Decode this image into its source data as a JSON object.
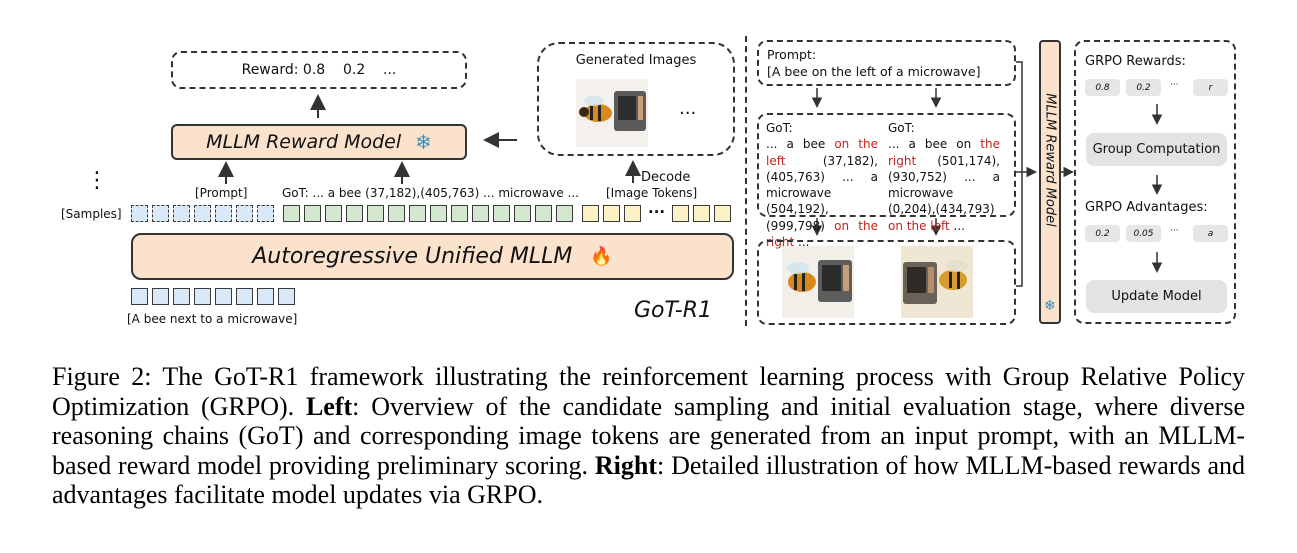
{
  "left": {
    "reward_box": "Reward: 0.8    0.2    ...",
    "reward_model_label": "MLLM Reward Model",
    "generated_images_title": "Generated Images",
    "ellipsis": "...",
    "decode_label": "Decode",
    "vertical_dots": "⋮",
    "samples_label": "[Samples]",
    "prompt_tag": "[Prompt]",
    "got_tag": "GoT: ... a bee (37,182),(405,763) ... microwave ...",
    "image_tokens_tag": "[Image Tokens]",
    "token_dots": "···",
    "mllm_label": "Autoregressive Unified MLLM",
    "input_prompt": "[A bee next to a microwave]",
    "brand": "GoT-R1"
  },
  "right": {
    "prompt_label": "Prompt:",
    "prompt_text": "[A bee on the left of a microwave]",
    "got1": {
      "title": "GoT:",
      "pre": "... a bee ",
      "red1": "on the left",
      "mid": " (37,182),(405,763) ... a microwave (504,192),(999,798) ",
      "red2": "on the right",
      "post": " ..."
    },
    "got2": {
      "title": "GoT:",
      "pre": "... a bee on ",
      "red1": "the right",
      "mid": " (501,174),(930,752) ... a microwave (0,204),(434,793) ",
      "red2": "on the left",
      "post": " ..."
    },
    "reward_model_vertical": "MLLM Reward Model",
    "grpo_rewards_title": "GRPO Rewards:",
    "rewards": [
      "0.8",
      "0.2",
      "···",
      "r"
    ],
    "group_computation": "Group Computation",
    "grpo_advantages_title": "GRPO Advantages:",
    "advantages": [
      "0.2",
      "0.05",
      "···",
      "a"
    ],
    "update_model": "Update Model"
  },
  "caption": {
    "fig": "Figure 2: The GoT-R1 framework illustrating the reinforcement learning process with Group Relative Policy Optimization (GRPO). ",
    "left_bold": "Left",
    "left_text": ": Overview of the candidate sampling and initial evaluation stage, where diverse reasoning chains (GoT) and corresponding image tokens are generated from an input prompt, with an MLLM-based reward model providing preliminary scoring. ",
    "right_bold": "Right",
    "right_text": ": Detailed illustration of how MLLM-based rewards and advantages facilitate model updates via GRPO."
  }
}
